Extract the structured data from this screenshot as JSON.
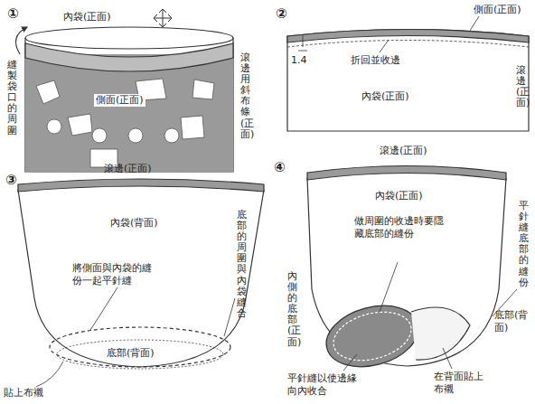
{
  "diagram": {
    "labels": [
      "①",
      "內袋(正面)",
      "縫製袋口的周圍",
      "側面(正面)",
      "滾邊用斜布條(正面)",
      "②",
      "側面(正面)",
      "1.4",
      "折回並收邊",
      "內袋(正面)",
      "滾邊(正面)",
      "③",
      "滾邊(正面)",
      "內袋(背面)",
      "將側面與內袋的縫份一起平針縫",
      "底部的周圍與內袋縫合",
      "底部(背面)",
      "貼上布襯",
      "④",
      "滾邊(正面)",
      "內袋(正面)",
      "做周圍的收邊時要隱藏底部的縫份",
      "平針縫底部的縫份",
      "底部(背面)",
      "內側的底部(正面)",
      "平針縫以使邊緣向內收合",
      "在背面貼上布襯"
    ]
  }
}
